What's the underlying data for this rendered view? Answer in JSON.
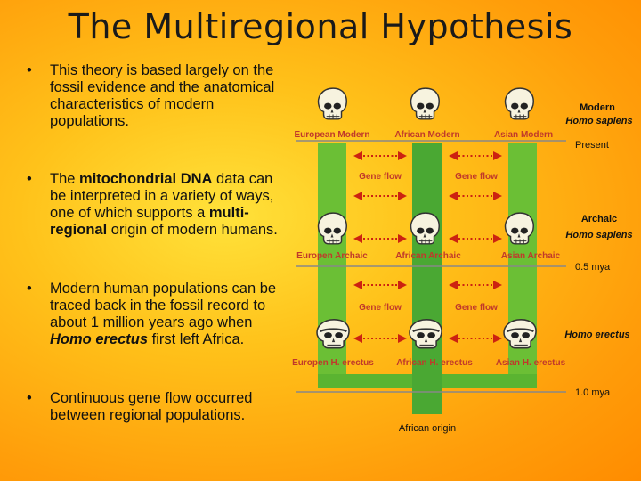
{
  "title": "The Multiregional Hypothesis",
  "bullets": {
    "b1": "This theory is based largely on the fossil evidence and the anatomical characteristics of modern populations.",
    "b2": {
      "pre": "The ",
      "bold1": "mitochondrial DNA",
      "mid": " data can be interpreted in a variety of ways, one of which supports a ",
      "bold2": "multi-regional",
      "post": " origin of modern humans."
    },
    "b3": {
      "pre": "Modern human populations can be traced back in the fossil record to about 1 million years ago when ",
      "bi": "Homo erectus",
      "post": " first left Africa."
    },
    "b4": "Continuous gene flow occurred between regional populations."
  },
  "diagram": {
    "colors": {
      "column_green": "#66bb33",
      "africa_green": "#44a632",
      "label_red": "#c0392b",
      "arrow_red": "#cc2211",
      "line_gray": "#888888"
    },
    "row_labels": {
      "modern": [
        "European Modern",
        "African Modern",
        "Asian Modern"
      ],
      "archaic": [
        "Europen Archaic",
        "African Archaic",
        "Asian Archaic"
      ],
      "erectus": [
        "Europen H. erectus",
        "African H. erectus",
        "Asian H. erectus"
      ]
    },
    "gene_flow_label": "Gene flow",
    "stages": {
      "modern_title": "Modern",
      "modern_species": "Homo sapiens",
      "present": "Present",
      "archaic_title": "Archaic",
      "archaic_species": "Homo sapiens",
      "mya_05": "0.5 mya",
      "erectus": "Homo erectus",
      "mya_10": "1.0 mya"
    },
    "origin": "African origin"
  }
}
